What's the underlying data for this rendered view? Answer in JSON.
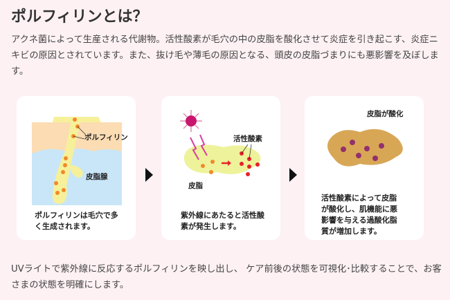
{
  "title": "ポルフィリンとは？",
  "intro": "アクネ菌によって生産される代謝物。活性酸素が毛穴の中の皮脂を酸化させて炎症を引き起こす、炎症ニキビの原因とされています。また、抜け毛や薄毛の原因となる、頭皮の皮脂づまりにも悪影響を及ぼします。",
  "steps": [
    {
      "labels": {
        "porphyrin": "ポルフィリン",
        "gland": "皮脂腺"
      },
      "caption": "ポルフィリンは毛穴で多く生成されます。"
    },
    {
      "labels": {
        "uv": "UV",
        "ros": "活性酸素",
        "sebum": "皮脂"
      },
      "caption": "紫外線にあたると活性酸素が発生します。"
    },
    {
      "labels": {
        "oxidized": "皮脂が酸化"
      },
      "caption": "活性酸素によって皮脂が酸化し、肌機能に悪影響を与える過酸化脂質が増加します。"
    }
  ],
  "outro": "UVライトで紫外線に反応するポルフィリンを映し出し、 ケア前後の状態を可視化･比較することで、お客さまの状態を明確にします。",
  "colors": {
    "background": "#fdf1f4",
    "skin": "#fbdcb3",
    "dermis": "#c9e6f8",
    "sebum": "#f6f09a",
    "porphyrin": "#f08a2a",
    "ros": "#e8202a",
    "uv": "#c8166e",
    "oxidized": "#d8a756",
    "oxidized_dot": "#93306d"
  }
}
